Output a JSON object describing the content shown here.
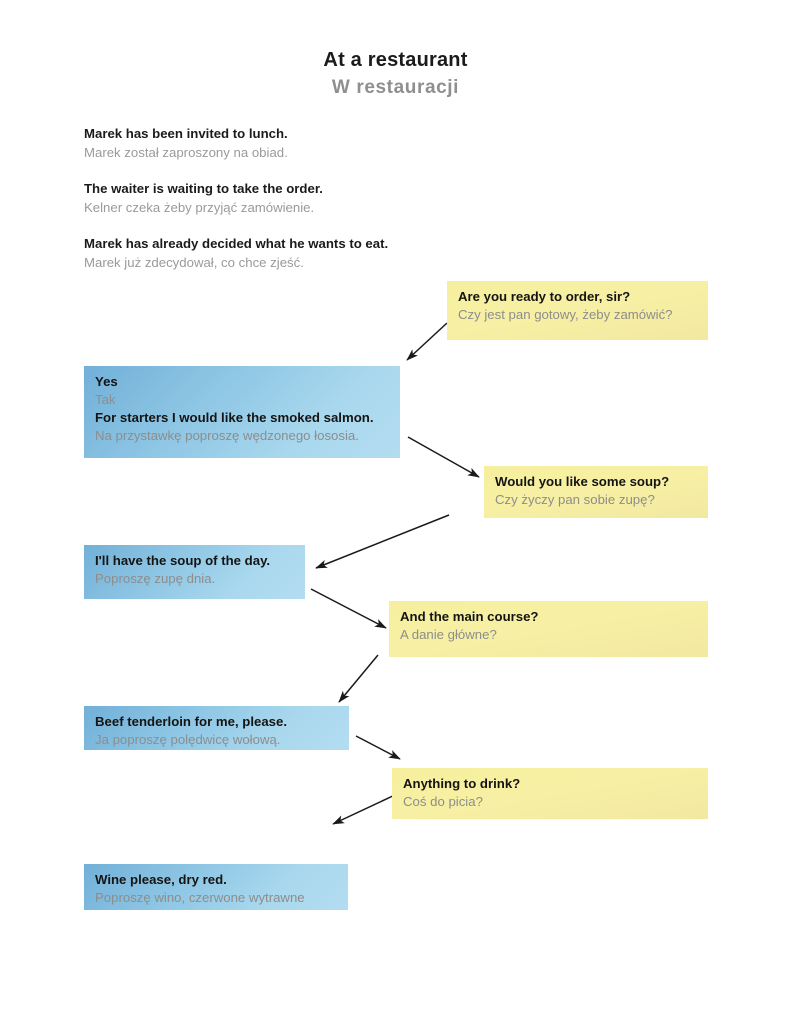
{
  "title": {
    "en": "At a restaurant",
    "pl": "W restauracji"
  },
  "intro": [
    {
      "en": "Marek has been invited to lunch.",
      "pl": "Marek został zaproszony na obiad."
    },
    {
      "en": "The waiter is waiting to take the order.",
      "pl": "Kelner czeka żeby przyjąć zamówienie."
    },
    {
      "en": "Marek has already decided what he wants to eat.",
      "pl": "Marek już zdecydował, co chce zjeść."
    }
  ],
  "dialogue": [
    {
      "speaker": "waiter",
      "color": "#f6efa1",
      "lines": [
        {
          "en": "Are you ready to order, sir?",
          "pl": "Czy jest pan gotowy, żeby zamówić?"
        }
      ]
    },
    {
      "speaker": "customer",
      "color": "#9ed0e8",
      "lines": [
        {
          "en": "Yes",
          "pl": "Tak"
        },
        {
          "en": "For starters I would like the smoked salmon.",
          "pl": "Na przystawkę poproszę wędzonego łososia."
        }
      ]
    },
    {
      "speaker": "waiter",
      "color": "#f6efa1",
      "lines": [
        {
          "en": "Would you like some soup?",
          "pl": "Czy życzy pan sobie zupę?"
        }
      ]
    },
    {
      "speaker": "customer",
      "color": "#9ed0e8",
      "lines": [
        {
          "en": "I'll have the soup of the day.",
          "pl": "Poproszę zupę dnia."
        }
      ]
    },
    {
      "speaker": "waiter",
      "color": "#f6efa1",
      "lines": [
        {
          "en": "And the main course?",
          "pl": "A danie główne?"
        }
      ]
    },
    {
      "speaker": "customer",
      "color": "#9ed0e8",
      "lines": [
        {
          "en": "Beef tenderloin for me, please.",
          "pl": "Ja poproszę polędwicę wołową."
        }
      ]
    },
    {
      "speaker": "waiter",
      "color": "#f6efa1",
      "lines": [
        {
          "en": "Anything to drink?",
          "pl": "Coś do picia?"
        }
      ]
    },
    {
      "speaker": "customer",
      "color": "#9ed0e8",
      "lines": [
        {
          "en": "Wine please, dry red.",
          "pl": "Poproszę wino, czerwone wytrawne"
        }
      ]
    }
  ],
  "colors": {
    "text_primary": "#141414",
    "text_translation": "#8d8d8d",
    "title_translation": "#8f8f8f",
    "arrow": "#1a1a1a",
    "background": "#ffffff"
  }
}
